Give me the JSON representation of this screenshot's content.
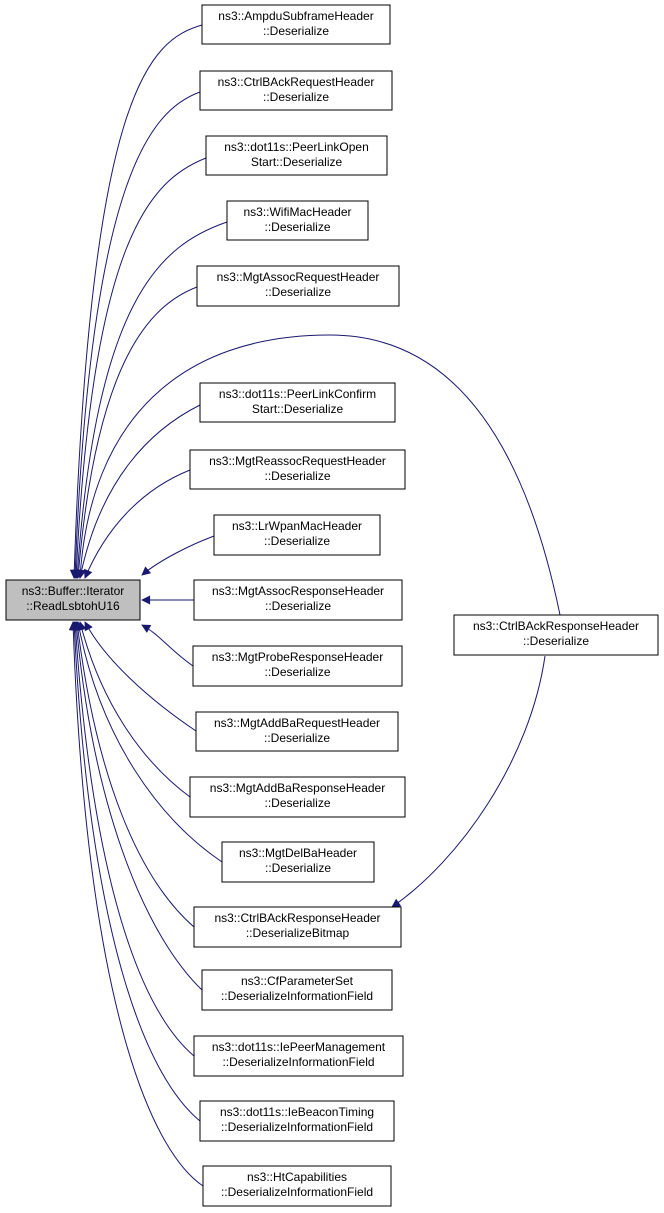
{
  "graph": {
    "focus": {
      "id": "read-lsbtoh-u16",
      "lines": [
        "ns3::Buffer::Iterator",
        "::ReadLsbtohU16"
      ],
      "fill": "#bfbfbf"
    },
    "callers": [
      {
        "id": "ampdu-subframe-header-deserialize",
        "lines": [
          "ns3::AmpduSubframeHeader",
          "::Deserialize"
        ]
      },
      {
        "id": "ctrl-back-request-header-deserialize",
        "lines": [
          "ns3::CtrlBAckRequestHeader",
          "::Deserialize"
        ]
      },
      {
        "id": "peer-link-open-start-deserialize",
        "lines": [
          "ns3::dot11s::PeerLinkOpen",
          "Start::Deserialize"
        ]
      },
      {
        "id": "wifi-mac-header-deserialize",
        "lines": [
          "ns3::WifiMacHeader",
          "::Deserialize"
        ]
      },
      {
        "id": "mgt-assoc-request-header-deserialize",
        "lines": [
          "ns3::MgtAssocRequestHeader",
          "::Deserialize"
        ]
      },
      {
        "id": "peer-link-confirm-start-deserialize",
        "lines": [
          "ns3::dot11s::PeerLinkConfirm",
          "Start::Deserialize"
        ]
      },
      {
        "id": "mgt-reassoc-request-header-deserialize",
        "lines": [
          "ns3::MgtReassocRequestHeader",
          "::Deserialize"
        ]
      },
      {
        "id": "lr-wpan-mac-header-deserialize",
        "lines": [
          "ns3::LrWpanMacHeader",
          "::Deserialize"
        ]
      },
      {
        "id": "mgt-assoc-response-header-deserialize",
        "lines": [
          "ns3::MgtAssocResponseHeader",
          "::Deserialize"
        ]
      },
      {
        "id": "mgt-probe-response-header-deserialize",
        "lines": [
          "ns3::MgtProbeResponseHeader",
          "::Deserialize"
        ]
      },
      {
        "id": "mgt-add-ba-request-header-deserialize",
        "lines": [
          "ns3::MgtAddBaRequestHeader",
          "::Deserialize"
        ]
      },
      {
        "id": "mgt-add-ba-response-header-deserialize",
        "lines": [
          "ns3::MgtAddBaResponseHeader",
          "::Deserialize"
        ]
      },
      {
        "id": "mgt-del-ba-header-deserialize",
        "lines": [
          "ns3::MgtDelBaHeader",
          "::Deserialize"
        ]
      },
      {
        "id": "ctrl-back-response-header-deserialize-bitmap",
        "lines": [
          "ns3::CtrlBAckResponseHeader",
          "::DeserializeBitmap"
        ]
      },
      {
        "id": "cf-parameter-set-deserialize-information-field",
        "lines": [
          "ns3::CfParameterSet",
          "::DeserializeInformationField"
        ]
      },
      {
        "id": "ie-peer-management-deserialize-information-field",
        "lines": [
          "ns3::dot11s::IePeerManagement",
          "::DeserializeInformationField"
        ]
      },
      {
        "id": "ie-beacon-timing-deserialize-information-field",
        "lines": [
          "ns3::dot11s::IeBeaconTiming",
          "::DeserializeInformationField"
        ]
      },
      {
        "id": "ht-capabilities-deserialize-information-field",
        "lines": [
          "ns3::HtCapabilities",
          "::DeserializeInformationField"
        ]
      }
    ],
    "outer_caller": {
      "id": "ctrl-back-response-header-deserialize",
      "lines": [
        "ns3::CtrlBAckResponseHeader",
        "::Deserialize"
      ]
    },
    "edge_color": "#191970"
  }
}
